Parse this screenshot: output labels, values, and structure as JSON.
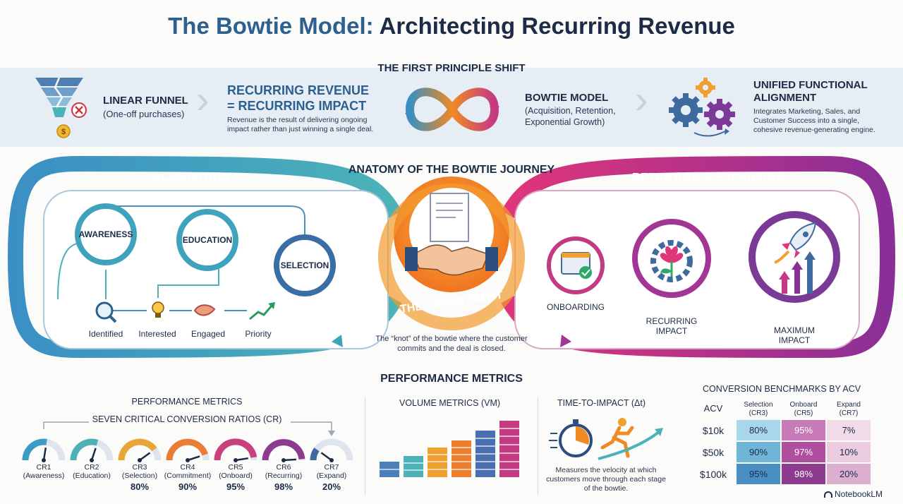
{
  "title": {
    "part1": "The Bowtie Model:",
    "part2": "Architecting Recurring Revenue"
  },
  "principle": {
    "heading": "THE FIRST PRINCIPLE SHIFT",
    "linear_funnel": {
      "title": "LINEAR FUNNEL",
      "sub": "(One-off purchases)"
    },
    "recurring": {
      "title1": "RECURRING REVENUE",
      "title2": "= RECURRING IMPACT",
      "desc": "Revenue is the result of delivering ongoing impact rather than just winning a single deal."
    },
    "bowtie": {
      "title": "BOWTIE MODEL",
      "sub": "(Acquisition, Retention, Exponential Growth)"
    },
    "unified": {
      "title1": "UNIFIED FUNCTIONAL",
      "title2": "ALIGNMENT",
      "desc": "Integrates Marketing, Sales, and Customer Success into a single, cohesive revenue-generating engine."
    }
  },
  "anatomy": {
    "heading": "ANATOMY OF THE BOWTIE JOURNEY",
    "acquisition": "ACQUISITION",
    "retention": "RETENTION & EXPANSION",
    "nodes": [
      "AWARENESS",
      "EDUCATION",
      "SELECTION"
    ],
    "stages": [
      "Identified",
      "Interested",
      "Engaged",
      "Priority"
    ],
    "commitment": "THE COMMITMENT",
    "commitment_desc": "The “knot” of the bowtie where the customer commits and the deal is closed.",
    "right_nodes": [
      "ONBOARDING",
      "RECURRING IMPACT",
      "MAXIMUM IMPACT"
    ]
  },
  "metrics": {
    "heading": "PERFORMANCE METRICS",
    "left_heading": "PERFORMANCE METRICS",
    "cr_heading": "SEVEN CRITICAL CONVERSION RATIOS (CR)",
    "gauges": [
      {
        "code": "CR1",
        "name": "(Awareness)",
        "value": "",
        "color": "#3a9cc4",
        "level": 0.55
      },
      {
        "code": "CR2",
        "name": "(Education)",
        "value": "",
        "color": "#4fb1b5",
        "level": 0.6
      },
      {
        "code": "CR3",
        "name": "(Selection)",
        "value": "80%",
        "color": "#e9a636",
        "level": 0.8
      },
      {
        "code": "CR4",
        "name": "(Commitment)",
        "value": "90%",
        "color": "#ea7d35",
        "level": 0.9
      },
      {
        "code": "CR5",
        "name": "(Onboard)",
        "value": "95%",
        "color": "#c9407f",
        "level": 0.95
      },
      {
        "code": "CR6",
        "name": "(Recurring)",
        "value": "98%",
        "color": "#8e3a8f",
        "level": 0.98
      },
      {
        "code": "CR7",
        "name": "(Expand)",
        "value": "20%",
        "color": "#3f6a9e",
        "level": 0.2
      }
    ],
    "volume": "VOLUME METRICS (VM)",
    "time": "TIME-TO-IMPACT (Δt)",
    "time_desc": "Measures the velocity at which customers move through each stage of the bowtie.",
    "bench": {
      "heading": "CONVERSION BENCHMARKS BY ACV",
      "columns": [
        {
          "name": "ACV",
          "sub": ""
        },
        {
          "name": "Selection",
          "sub": "(CR3)"
        },
        {
          "name": "Onboard",
          "sub": "(CR5)"
        },
        {
          "name": "Expand",
          "sub": "(CR7)"
        }
      ],
      "rows": [
        {
          "acv": "$10k",
          "vals": [
            "80%",
            "95%",
            "7%"
          ]
        },
        {
          "acv": "$50k",
          "vals": [
            "90%",
            "97%",
            "10%"
          ]
        },
        {
          "acv": "$100k",
          "vals": [
            "95%",
            "98%",
            "20%"
          ]
        }
      ]
    }
  },
  "brand": "NotebookLM",
  "colors": {
    "blue": "#3a8fc0",
    "teal": "#4bb3b8",
    "orange": "#f08a24",
    "magenta": "#c43a82",
    "purple": "#7a3a96"
  }
}
